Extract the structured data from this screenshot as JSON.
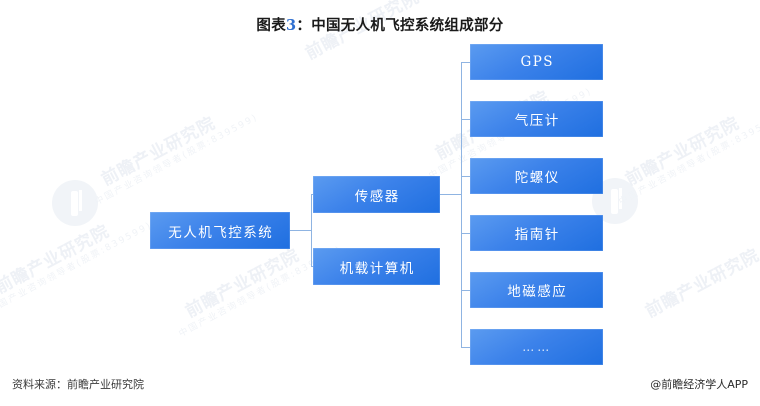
{
  "title": {
    "prefix": "图表",
    "number": "3",
    "separator": "：",
    "text": "中国无人机飞控系统组成部分"
  },
  "colors": {
    "node_fill_light": "#5b9bf0",
    "node_fill_mid": "#3c82ea",
    "node_fill_dark": "#1f6fe0",
    "connector": "#8fb4e2",
    "title_number": "#2f6fd0",
    "watermark": "#eef1f6",
    "background": "#ffffff"
  },
  "chart_data": {
    "type": "diagram",
    "title": "图表3：中国无人机飞控系统组成部分",
    "layout": "horizontal-tree",
    "root": {
      "label": "无人机飞控系统"
    },
    "level2": [
      {
        "label": "传感器"
      },
      {
        "label": "机载计算机"
      }
    ],
    "level3_parent": "传感器",
    "level3": [
      {
        "label": "GPS"
      },
      {
        "label": "气压计"
      },
      {
        "label": "陀螺仪"
      },
      {
        "label": "指南针"
      },
      {
        "label": "地磁感应"
      },
      {
        "label": "……"
      }
    ]
  },
  "nodes": {
    "root": "无人机飞控系统",
    "sensor": "传感器",
    "onboard_computer": "机载计算机",
    "gps": "GPS",
    "barometer": "气压计",
    "gyroscope": "陀螺仪",
    "compass": "指南针",
    "geomagnetic": "地磁感应",
    "ellipsis": "……"
  },
  "footer": {
    "source": "资料来源：前瞻产业研究院",
    "credit": "@前瞻经济学人APP"
  },
  "watermarks": {
    "brand": "前瞻产业研究院",
    "sub": "中国产业咨询领导者(股票:839599)"
  }
}
